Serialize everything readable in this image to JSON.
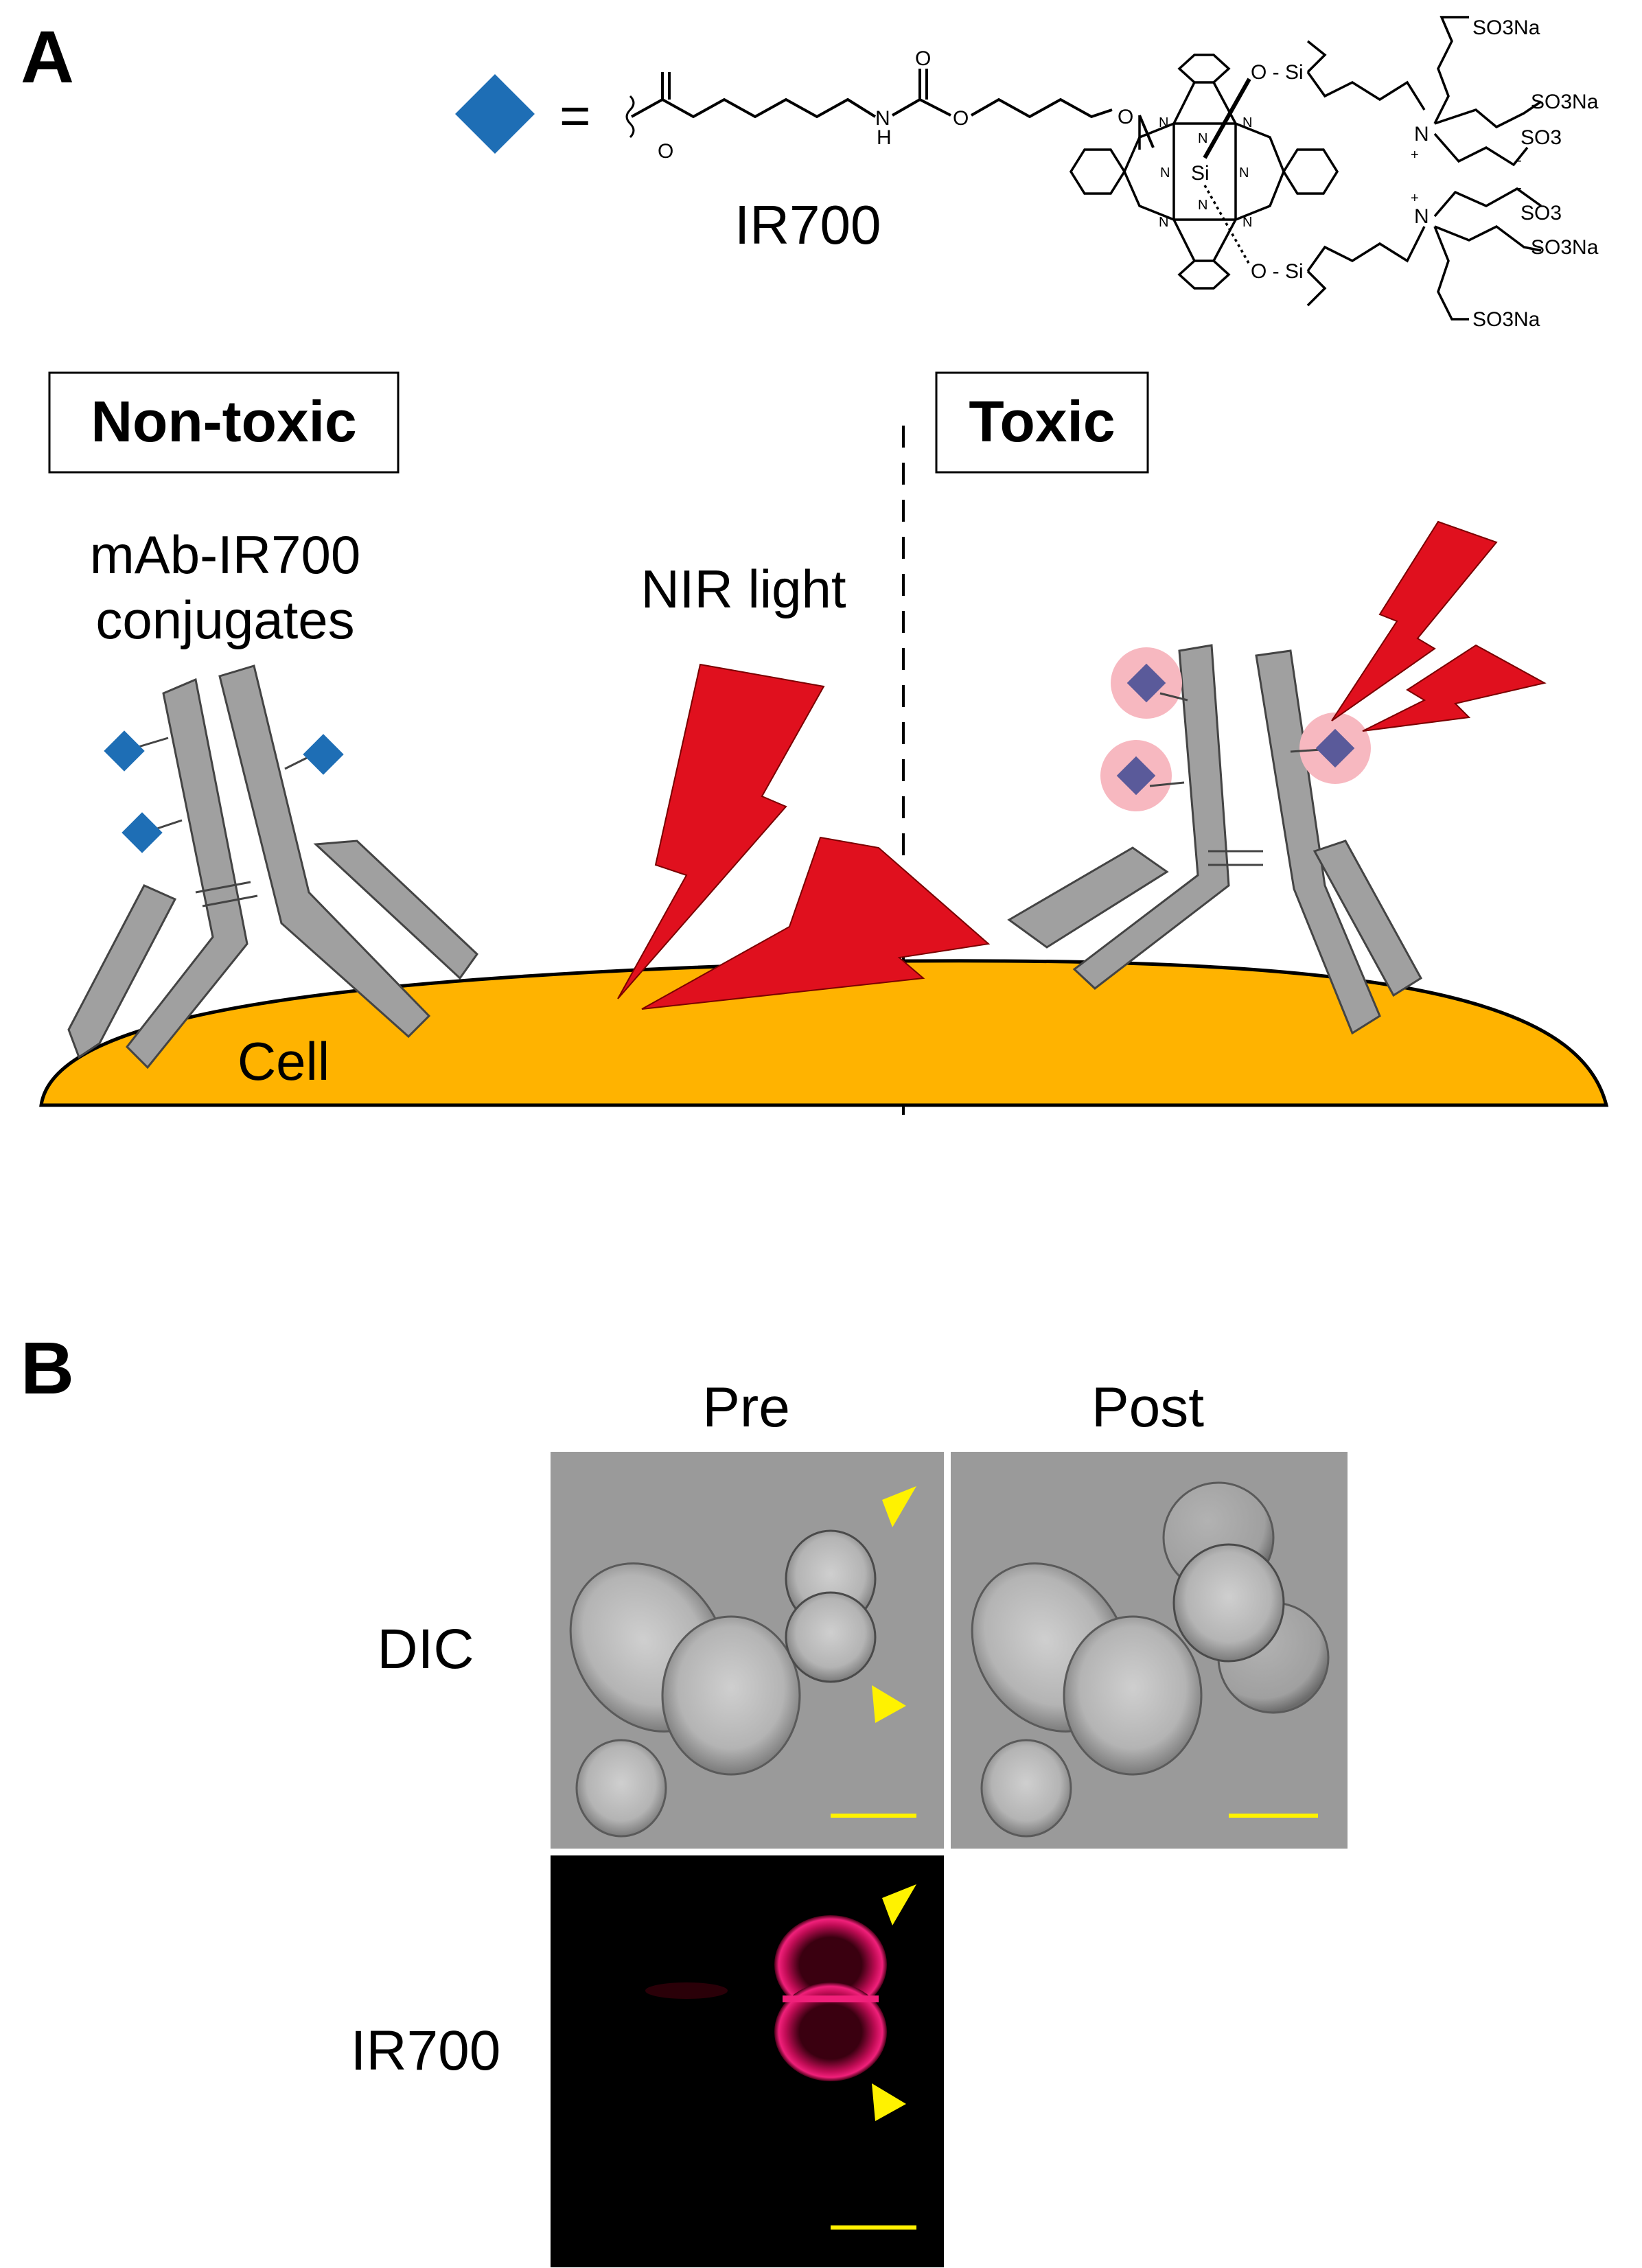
{
  "panel_a": {
    "letter": "A",
    "legend_equals": "=",
    "dye_name": "IR700",
    "chem_atoms": {
      "si": "Si",
      "n": "N",
      "o": "O",
      "h": "H",
      "o_si": "O - Si",
      "so3na": "SO3Na",
      "so3_minus": "SO3",
      "n_plus": "N",
      "minus": "-",
      "plus": "+"
    },
    "left_box": "Non-toxic",
    "right_box": "Toxic",
    "conjugates_label_line1": "mAb-IR700",
    "conjugates_label_line2": "conjugates",
    "light_label": "NIR light",
    "cell_label": "Cell",
    "colors": {
      "cell": "#FFB300",
      "lightning": "#E0101E",
      "dye_marker": "#1E6EB5",
      "dye_marker_active": "#5A5A9A",
      "glow": "#F7B8C0",
      "antibody": "#A0A0A0"
    }
  },
  "panel_b": {
    "letter": "B",
    "col_pre": "Pre",
    "col_post": "Post",
    "row_dic": "DIC",
    "row_ir700": "IR700",
    "colors": {
      "arrowhead": "#FFF200",
      "scale_bar": "#FFF200",
      "fluorescence": "#E8106A",
      "dic_background": "#9A9A9A"
    }
  }
}
